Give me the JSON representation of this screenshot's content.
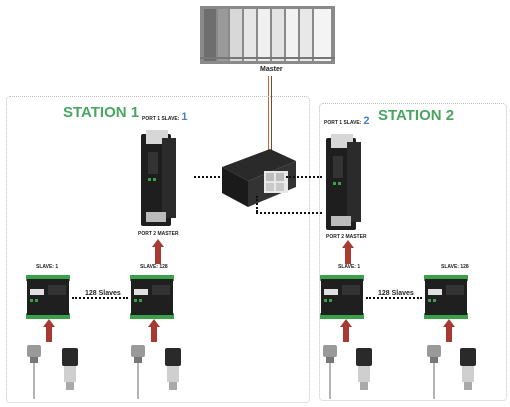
{
  "master": {
    "label": "Master"
  },
  "station1": {
    "title": "STATION 1",
    "port1_prefix": "PORT 1 SLAVE:",
    "port1_num": "1",
    "port2": "PORT 2 MASTER",
    "slave_left": "SLAVE: 1",
    "slave_right": "SLAVE: 128",
    "slaves_between": "128 Slaves"
  },
  "station2": {
    "title": "STATION 2",
    "port1_prefix": "PORT 1 SLAVE:",
    "port1_num": "2",
    "port2": "PORT 2 MASTER",
    "slave_left": "SLAVE: 1",
    "slave_right": "SLAVE: 128",
    "slaves_between": "128 Slaves"
  },
  "colors": {
    "accent_green": "#4aa564",
    "accent_blue": "#4a7fc1",
    "arrow_red": "#a83a32"
  }
}
